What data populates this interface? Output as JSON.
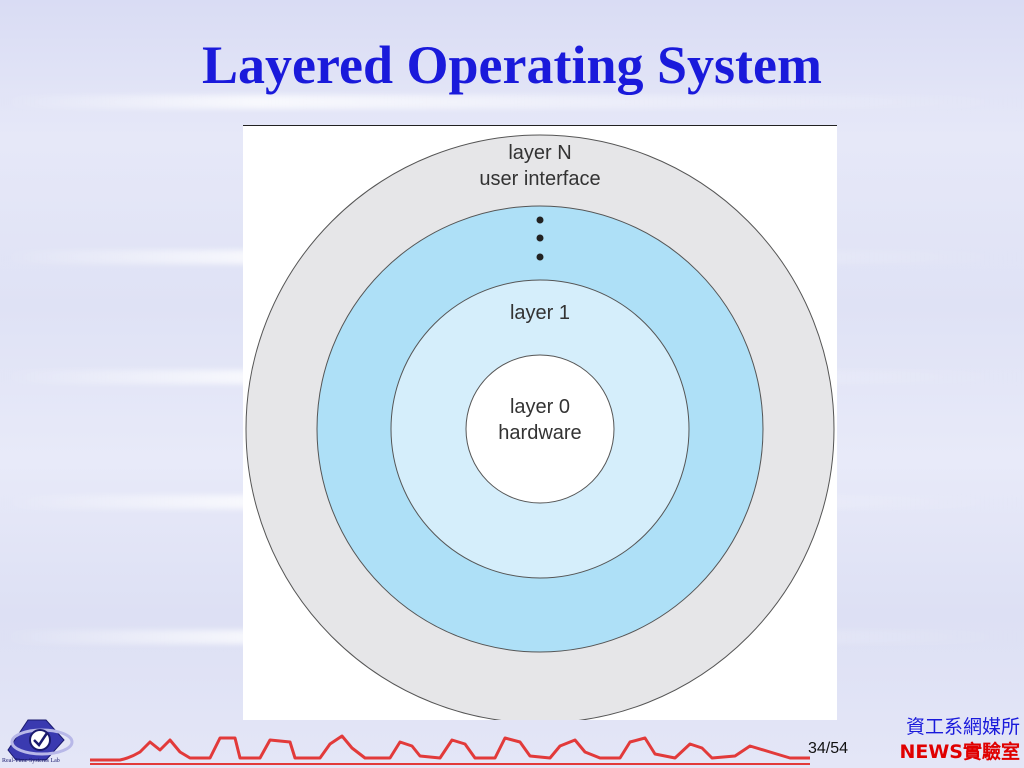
{
  "slide": {
    "title": "Layered Operating System",
    "page_current": "34",
    "page_total": "/54"
  },
  "diagram": {
    "layers": [
      {
        "id": "outer",
        "line1": "layer N",
        "line2": "user interface",
        "color": "#e6e6e8"
      },
      {
        "id": "middle",
        "line1": "",
        "line2": "",
        "color": "#aee0f7"
      },
      {
        "id": "inner",
        "line1": "layer 1",
        "line2": "",
        "color": "#d5eefb"
      },
      {
        "id": "core",
        "line1": "layer 0",
        "line2": "hardware",
        "color": "#ffffff"
      }
    ],
    "ellipsis_dots": 3
  },
  "footer": {
    "logo_icon": "real-time-systems-lab-logo-icon",
    "logo_caption": "Real-Time Systems Lab",
    "dept_name": "資工系網媒所",
    "lab_name": "NEWS實驗室"
  },
  "colors": {
    "title": "#1a1adb",
    "dept": "#1a1adb",
    "lab": "#e00000",
    "skyline": "#e23a3a"
  }
}
